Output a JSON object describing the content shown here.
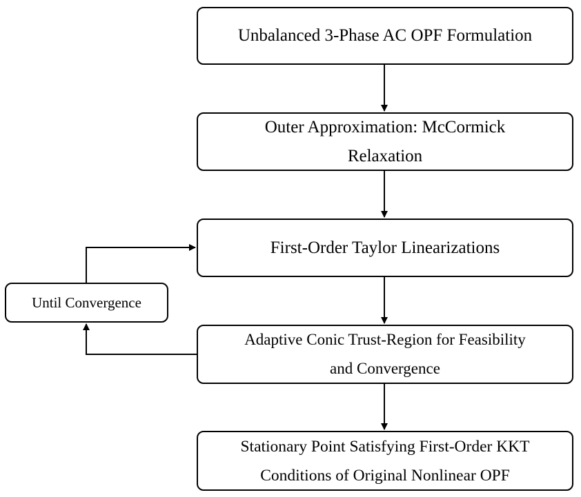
{
  "diagram": {
    "steps": [
      {
        "label": "Unbalanced 3-Phase AC OPF Formulation"
      },
      {
        "label_line1": "Outer Approximation: McCormick",
        "label_line2": "Relaxation"
      },
      {
        "label": "First-Order Taylor Linearizations"
      },
      {
        "label_line1": "Adaptive Conic Trust-Region for Feasibility",
        "label_line2": "and Convergence"
      },
      {
        "label_line1": "Stationary Point Satisfying First-Order KKT",
        "label_line2": "Conditions of Original Nonlinear OPF"
      }
    ],
    "loop_label": "Until Convergence"
  }
}
